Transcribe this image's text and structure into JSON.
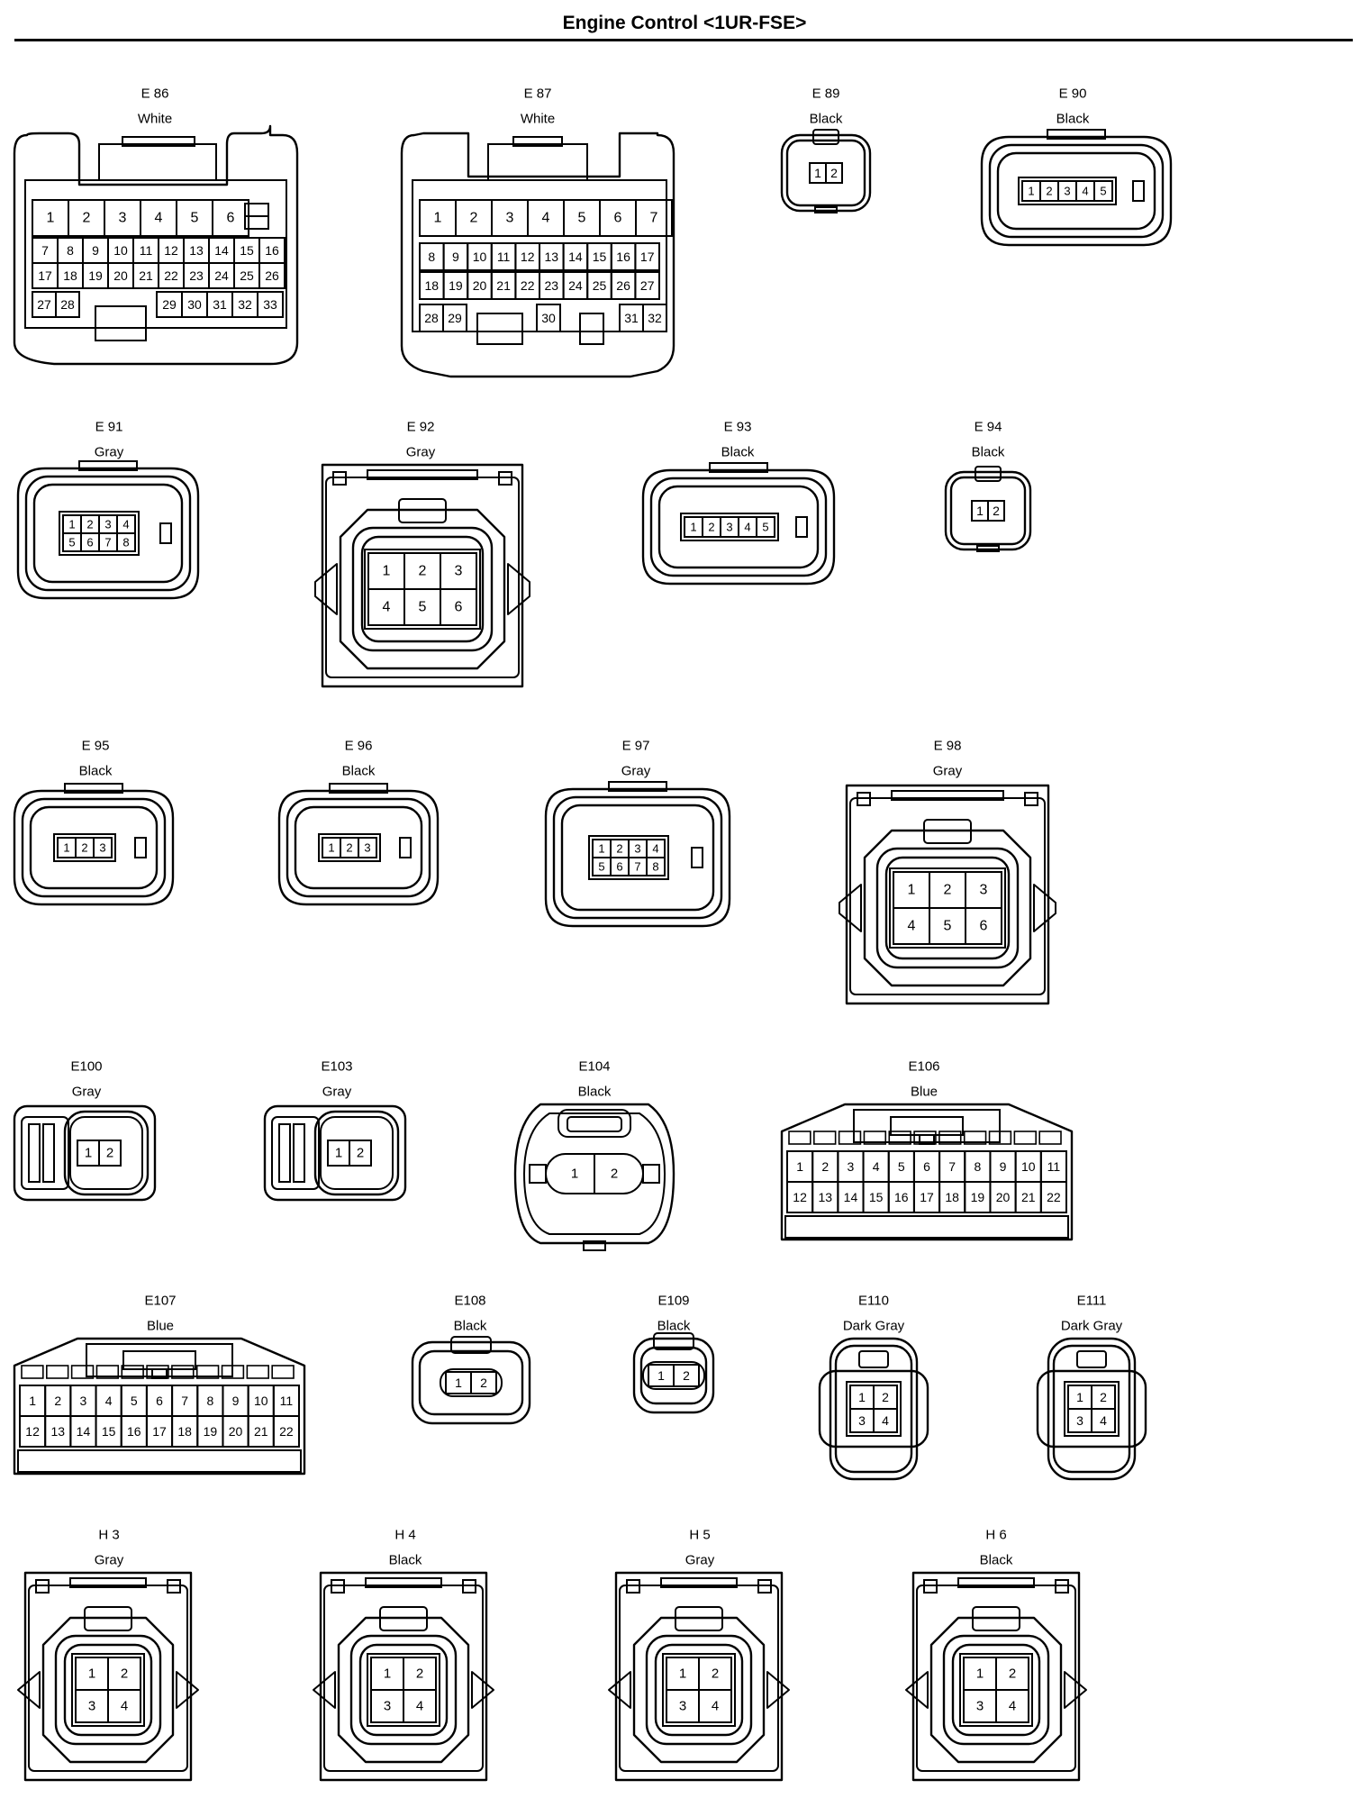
{
  "title": "Engine Control <1UR-FSE>",
  "connectors": [
    {
      "id": "E 86",
      "color": "White"
    },
    {
      "id": "E 87",
      "color": "White"
    },
    {
      "id": "E 89",
      "color": "Black"
    },
    {
      "id": "E 90",
      "color": "Black"
    },
    {
      "id": "E 91",
      "color": "Gray"
    },
    {
      "id": "E 92",
      "color": "Gray"
    },
    {
      "id": "E 93",
      "color": "Black"
    },
    {
      "id": "E 94",
      "color": "Black"
    },
    {
      "id": "E 95",
      "color": "Black"
    },
    {
      "id": "E 96",
      "color": "Black"
    },
    {
      "id": "E 97",
      "color": "Gray"
    },
    {
      "id": "E 98",
      "color": "Gray"
    },
    {
      "id": "E100",
      "color": "Gray"
    },
    {
      "id": "E103",
      "color": "Gray"
    },
    {
      "id": "E104",
      "color": "Black"
    },
    {
      "id": "E106",
      "color": "Blue"
    },
    {
      "id": "E107",
      "color": "Blue"
    },
    {
      "id": "E108",
      "color": "Black"
    },
    {
      "id": "E109",
      "color": "Black"
    },
    {
      "id": "E110",
      "color": "Dark Gray"
    },
    {
      "id": "E111",
      "color": "Dark Gray"
    },
    {
      "id": "H 3",
      "color": "Gray"
    },
    {
      "id": "H 4",
      "color": "Black"
    },
    {
      "id": "H 5",
      "color": "Gray"
    },
    {
      "id": "H 6",
      "color": "Black"
    }
  ]
}
